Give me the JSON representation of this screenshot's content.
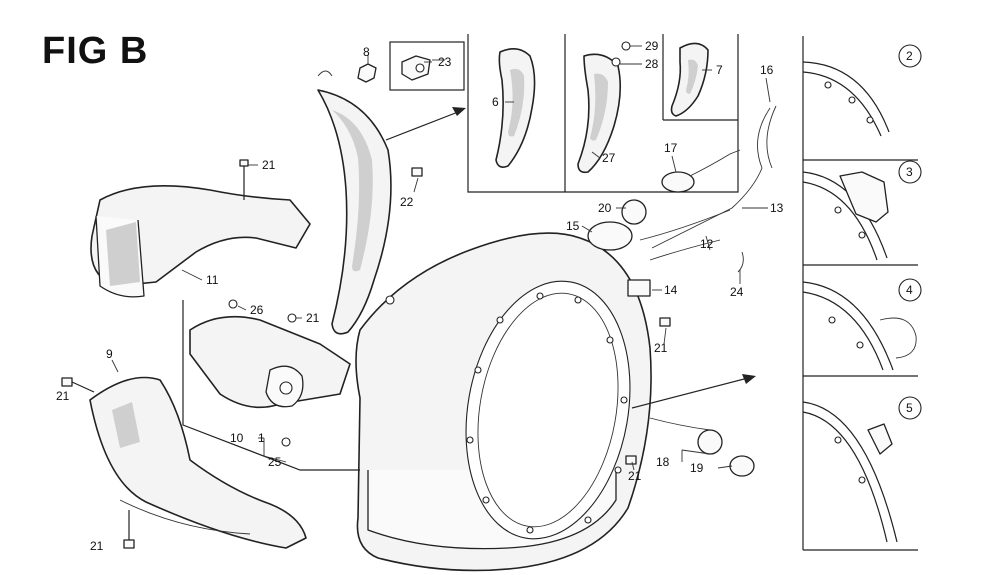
{
  "figure": {
    "title": "FIG B"
  },
  "callouts": [
    {
      "id": "c8",
      "text": "8"
    },
    {
      "id": "c23",
      "text": "23"
    },
    {
      "id": "c6",
      "text": "6"
    },
    {
      "id": "c29",
      "text": "29"
    },
    {
      "id": "c28",
      "text": "28"
    },
    {
      "id": "c7",
      "text": "7"
    },
    {
      "id": "c27",
      "text": "27"
    },
    {
      "id": "c16",
      "text": "16"
    },
    {
      "id": "c17",
      "text": "17"
    },
    {
      "id": "c21a",
      "text": "21"
    },
    {
      "id": "c22",
      "text": "22"
    },
    {
      "id": "c11",
      "text": "11"
    },
    {
      "id": "c20",
      "text": "20"
    },
    {
      "id": "c13",
      "text": "13"
    },
    {
      "id": "c15",
      "text": "15"
    },
    {
      "id": "c12",
      "text": "12"
    },
    {
      "id": "c24",
      "text": "24"
    },
    {
      "id": "c14",
      "text": "14"
    },
    {
      "id": "c26",
      "text": "26"
    },
    {
      "id": "c21b",
      "text": "21"
    },
    {
      "id": "c21c",
      "text": "21"
    },
    {
      "id": "c9",
      "text": "9"
    },
    {
      "id": "c21d",
      "text": "21"
    },
    {
      "id": "c10",
      "text": "10"
    },
    {
      "id": "c1",
      "text": "1"
    },
    {
      "id": "c25",
      "text": "25"
    },
    {
      "id": "c18",
      "text": "18"
    },
    {
      "id": "c19",
      "text": "19"
    },
    {
      "id": "c21e",
      "text": "21"
    },
    {
      "id": "c21f",
      "text": "21"
    }
  ],
  "detail_views": [
    {
      "id": "d2",
      "text": "2"
    },
    {
      "id": "d3",
      "text": "3"
    },
    {
      "id": "d4",
      "text": "4"
    },
    {
      "id": "d5",
      "text": "5"
    }
  ]
}
